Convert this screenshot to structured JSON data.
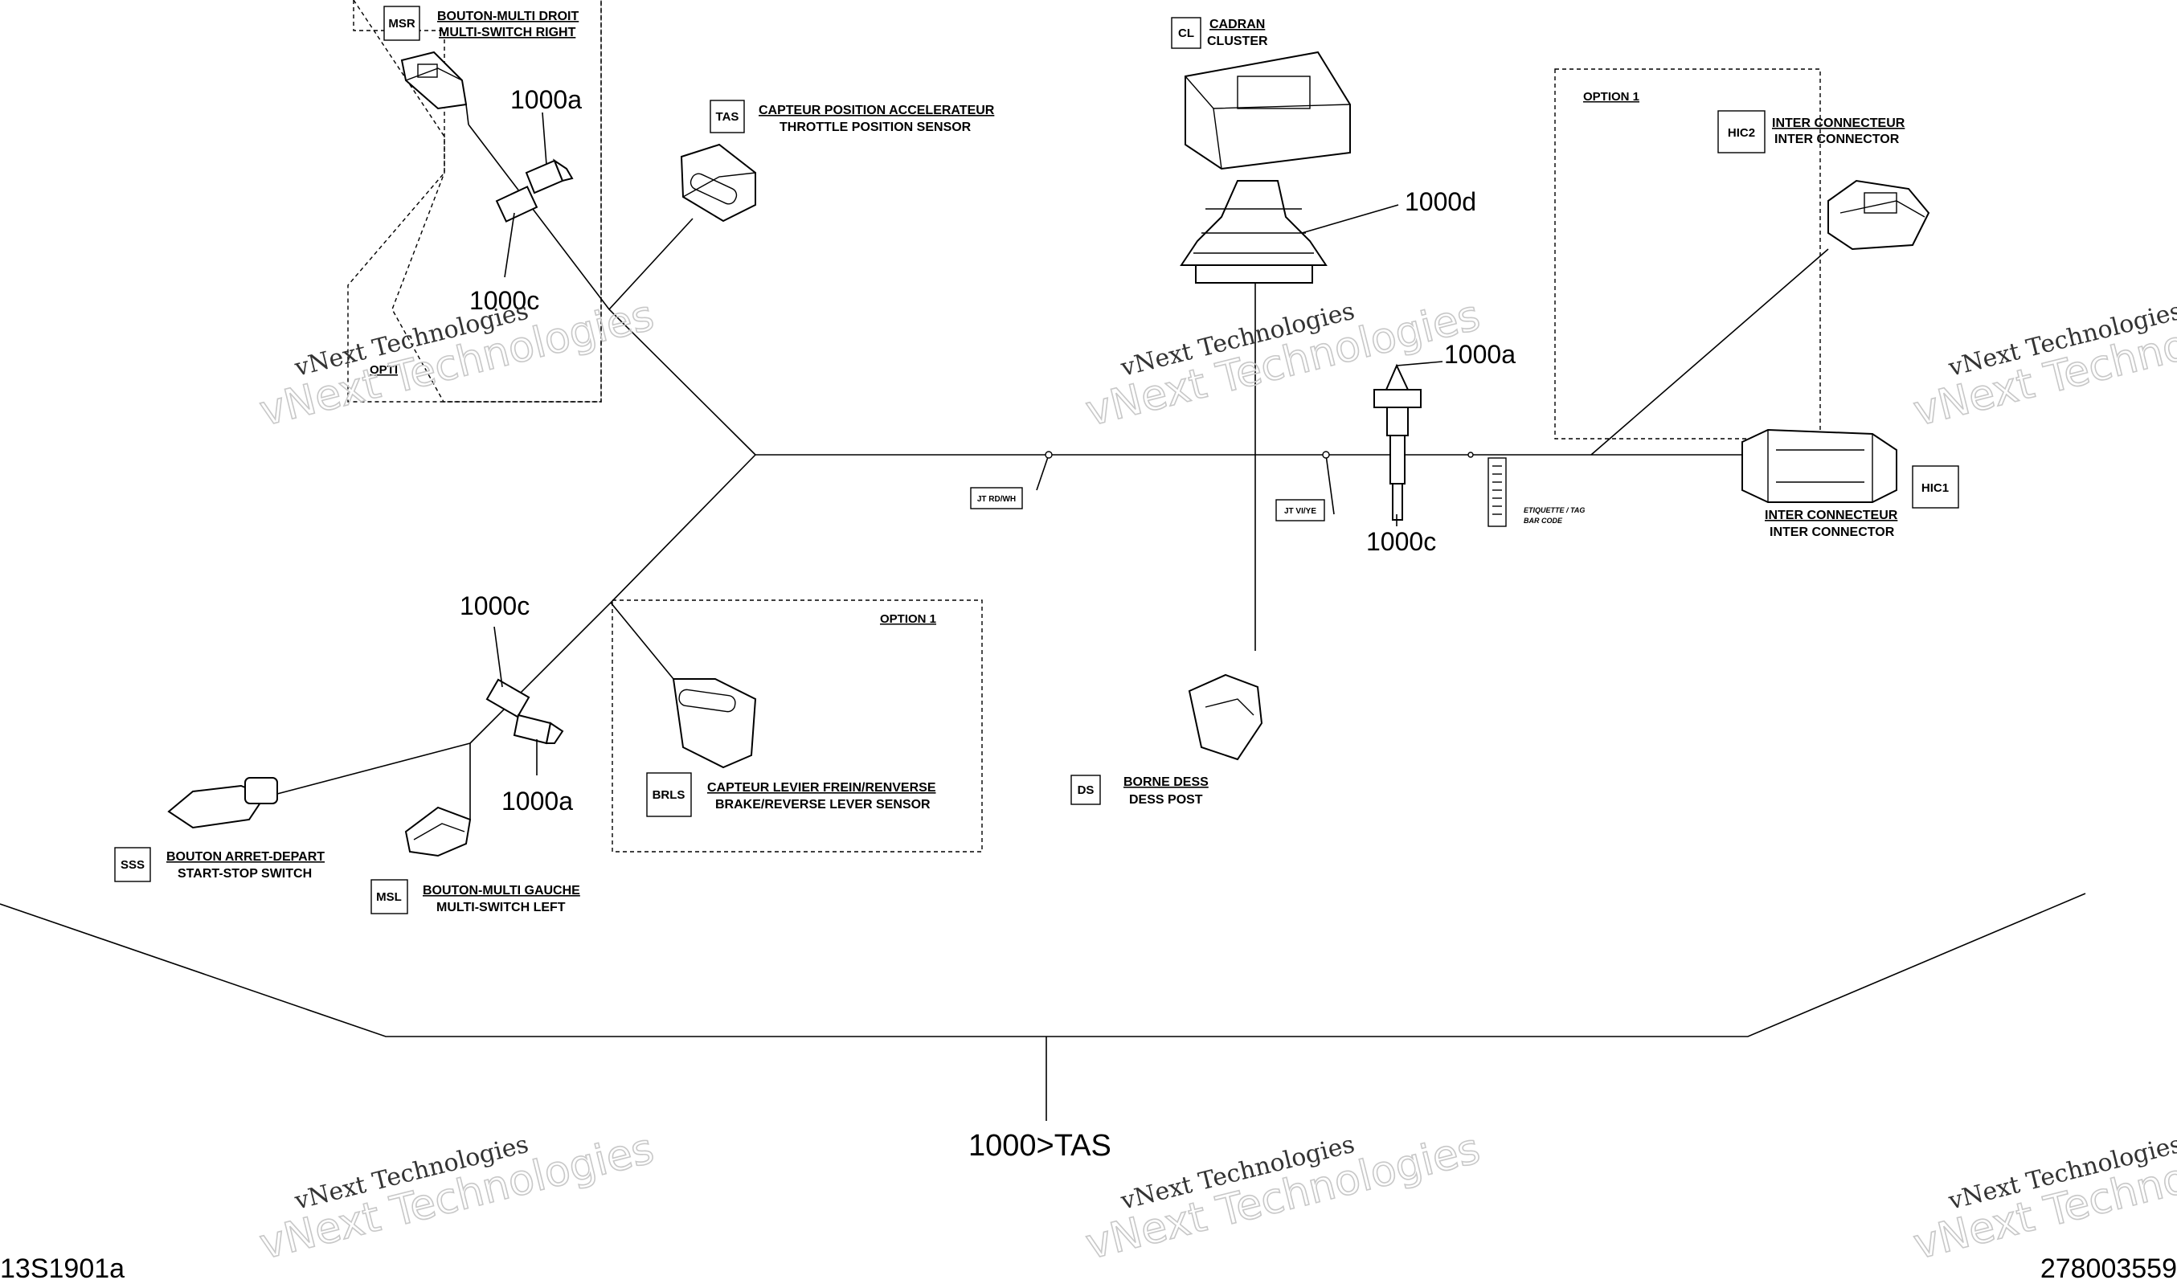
{
  "corners": {
    "left": "13S1901a",
    "right": "278003559"
  },
  "main_harness_label": "1000>TAS",
  "watermark": {
    "line1": "vNext Technologies",
    "line2": "vNext Technologies"
  },
  "connectors": {
    "msr": {
      "tag": "MSR",
      "fr": "BOUTON-MULTI DROIT",
      "en": "MULTI-SWITCH RIGHT"
    },
    "tas": {
      "tag": "TAS",
      "fr": "CAPTEUR POSITION ACCELERATEUR",
      "en": "THROTTLE POSITION SENSOR"
    },
    "cl": {
      "tag": "CL",
      "fr": "CADRAN",
      "en": "CLUSTER"
    },
    "hic2": {
      "tag": "HIC2",
      "fr": "INTER CONNECTEUR",
      "en": "INTER CONNECTOR"
    },
    "hic1": {
      "tag": "HIC1",
      "fr": "INTER CONNECTEUR",
      "en": "INTER CONNECTOR"
    },
    "brls": {
      "tag": "BRLS",
      "fr": "CAPTEUR LEVIER FREIN/RENVERSE",
      "en": "BRAKE/REVERSE LEVER SENSOR"
    },
    "ds": {
      "tag": "DS",
      "fr": "BORNE DESS",
      "en": "DESS POST"
    },
    "sss": {
      "tag": "SSS",
      "fr": "BOUTON ARRET-DEPART",
      "en": "START-STOP SWITCH"
    },
    "msl": {
      "tag": "MSL",
      "fr": "BOUTON-MULTI GAUCHE",
      "en": "MULTI-SWITCH LEFT"
    }
  },
  "options": {
    "option1": "OPTION 1",
    "option_partial": "OPTI"
  },
  "parts": {
    "p1000a": "1000a",
    "p1000c": "1000c",
    "p1000d": "1000d"
  },
  "junctions": {
    "jt_rdwh": "JT RD/WH",
    "jt_viye": "JT VI/YE"
  },
  "tag_label": {
    "line1": "ETIQUETTE / TAG",
    "line2": "BAR CODE"
  }
}
